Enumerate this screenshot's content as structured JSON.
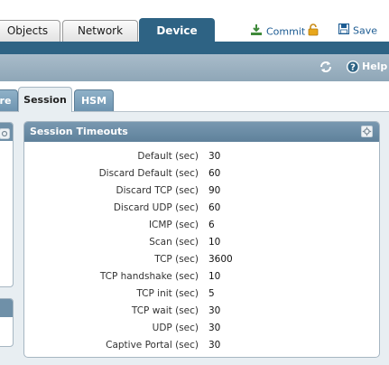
{
  "tabs": {
    "objects": "Objects",
    "network": "Network",
    "device": "Device"
  },
  "actions": {
    "commit": "Commit",
    "save": "Save",
    "help": "Help"
  },
  "subtabs": {
    "partial": "re",
    "session": "Session",
    "hsm": "HSM"
  },
  "panel": {
    "title": "Session Timeouts",
    "rows": [
      {
        "label": "Default (sec)",
        "value": "30"
      },
      {
        "label": "Discard Default (sec)",
        "value": "60"
      },
      {
        "label": "Discard TCP (sec)",
        "value": "90"
      },
      {
        "label": "Discard UDP (sec)",
        "value": "60"
      },
      {
        "label": "ICMP (sec)",
        "value": "6"
      },
      {
        "label": "Scan (sec)",
        "value": "10"
      },
      {
        "label": "TCP (sec)",
        "value": "3600"
      },
      {
        "label": "TCP handshake (sec)",
        "value": "10"
      },
      {
        "label": "TCP init (sec)",
        "value": "5"
      },
      {
        "label": "TCP wait (sec)",
        "value": "30"
      },
      {
        "label": "UDP (sec)",
        "value": "30"
      },
      {
        "label": "Captive Portal (sec)",
        "value": "30"
      }
    ]
  },
  "colors": {
    "accent_blue": "#2e6384",
    "panel_header": "#6f90a8",
    "content_bg": "#e8eef2"
  },
  "icons": [
    "commit-icon",
    "lock-icon",
    "save-icon",
    "refresh-icon",
    "help-icon",
    "gear-icon"
  ]
}
